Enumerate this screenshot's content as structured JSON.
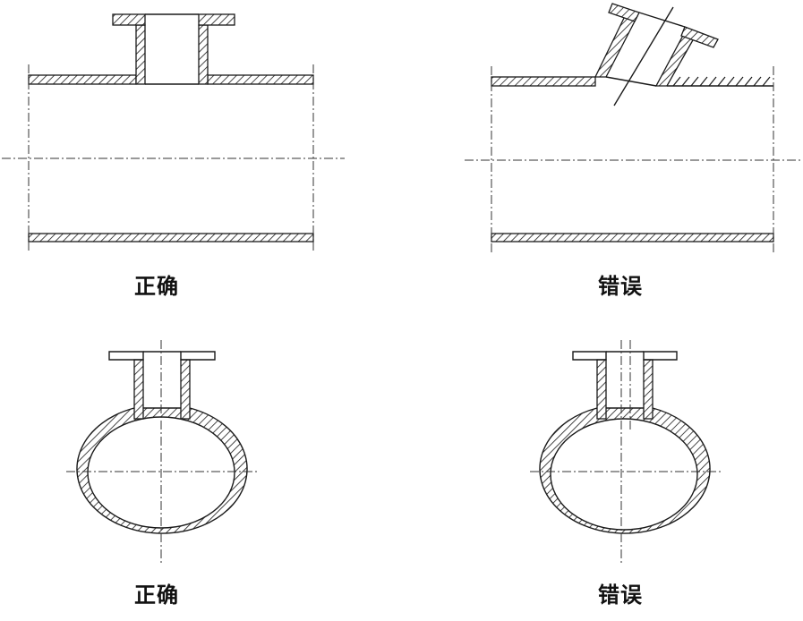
{
  "colors": {
    "line": "#1a1a1a",
    "background": "#ffffff"
  },
  "captions": {
    "top_left": "正确",
    "top_right": "错误",
    "bottom_left": "正确",
    "bottom_right": "错误"
  }
}
